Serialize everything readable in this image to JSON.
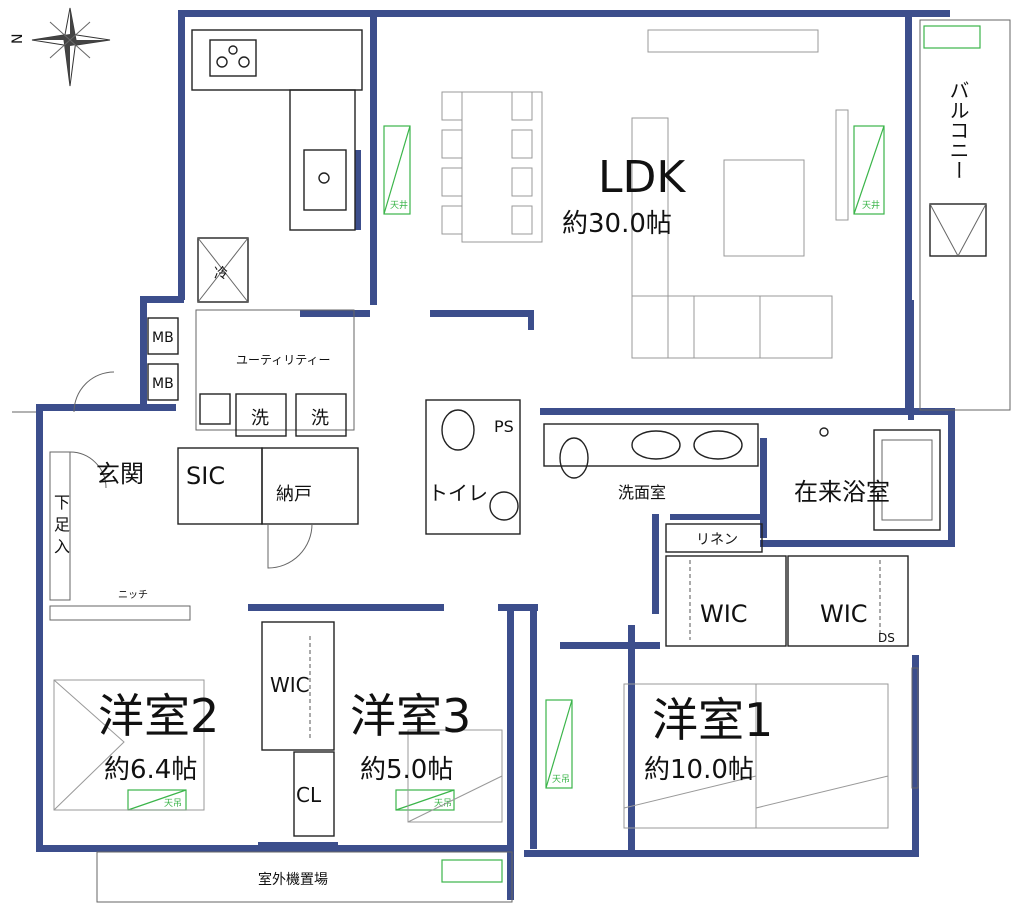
{
  "compass": {
    "north_label": "N"
  },
  "rooms": {
    "ldk": {
      "name": "LDK",
      "size": "約30.0帖"
    },
    "balcony": {
      "name": "バルコニー"
    },
    "utility": {
      "name": "ユーティリティー"
    },
    "washer_1": {
      "name": "洗"
    },
    "washer_2": {
      "name": "洗"
    },
    "mb_1": {
      "name": "MB"
    },
    "mb_2": {
      "name": "MB"
    },
    "entrance": {
      "name": "玄関"
    },
    "sic": {
      "name": "SIC"
    },
    "storage": {
      "name": "納戸"
    },
    "shoe_box_1": {
      "name": "下"
    },
    "shoe_box_2": {
      "name": "足"
    },
    "shoe_box_3": {
      "name": "入"
    },
    "niche": {
      "name": "ニッチ"
    },
    "ps": {
      "name": "PS"
    },
    "toilet": {
      "name": "トイレ"
    },
    "washroom": {
      "name": "洗面室"
    },
    "bathroom": {
      "name": "在来浴室"
    },
    "linen": {
      "name": "リネン"
    },
    "wic_1": {
      "name": "WIC"
    },
    "wic_2": {
      "name": "WIC"
    },
    "wic_3": {
      "name": "WIC"
    },
    "ds": {
      "name": "DS"
    },
    "cl": {
      "name": "CL"
    },
    "bedroom_1": {
      "name": "洋室1",
      "size": "約10.0帖"
    },
    "bedroom_2": {
      "name": "洋室2",
      "size": "約6.4帖"
    },
    "bedroom_3": {
      "name": "洋室3",
      "size": "約5.0帖"
    },
    "outdoor_unit": {
      "name": "室外機置場"
    }
  },
  "fixtures": {
    "fridge": "冷",
    "ceiling_ac_label": "天井",
    "ac_label_2": "天吊"
  },
  "colors": {
    "wall": "#3c4e8c",
    "ac_marker": "#3bb54a"
  }
}
